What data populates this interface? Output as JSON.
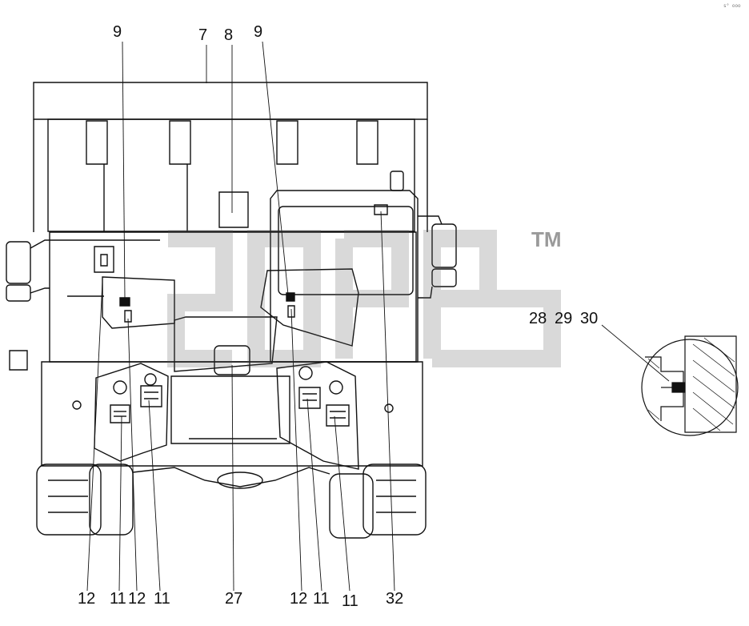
{
  "watermark": {
    "trademark": "TM"
  },
  "corner_mark": "s° ooo",
  "callouts": {
    "top": [
      "9",
      "7",
      "8",
      "9"
    ],
    "bottom": [
      "12",
      "11",
      "12",
      "11",
      "27",
      "12",
      "11",
      "11",
      "32"
    ],
    "detail": [
      "28",
      "29",
      "30"
    ]
  }
}
